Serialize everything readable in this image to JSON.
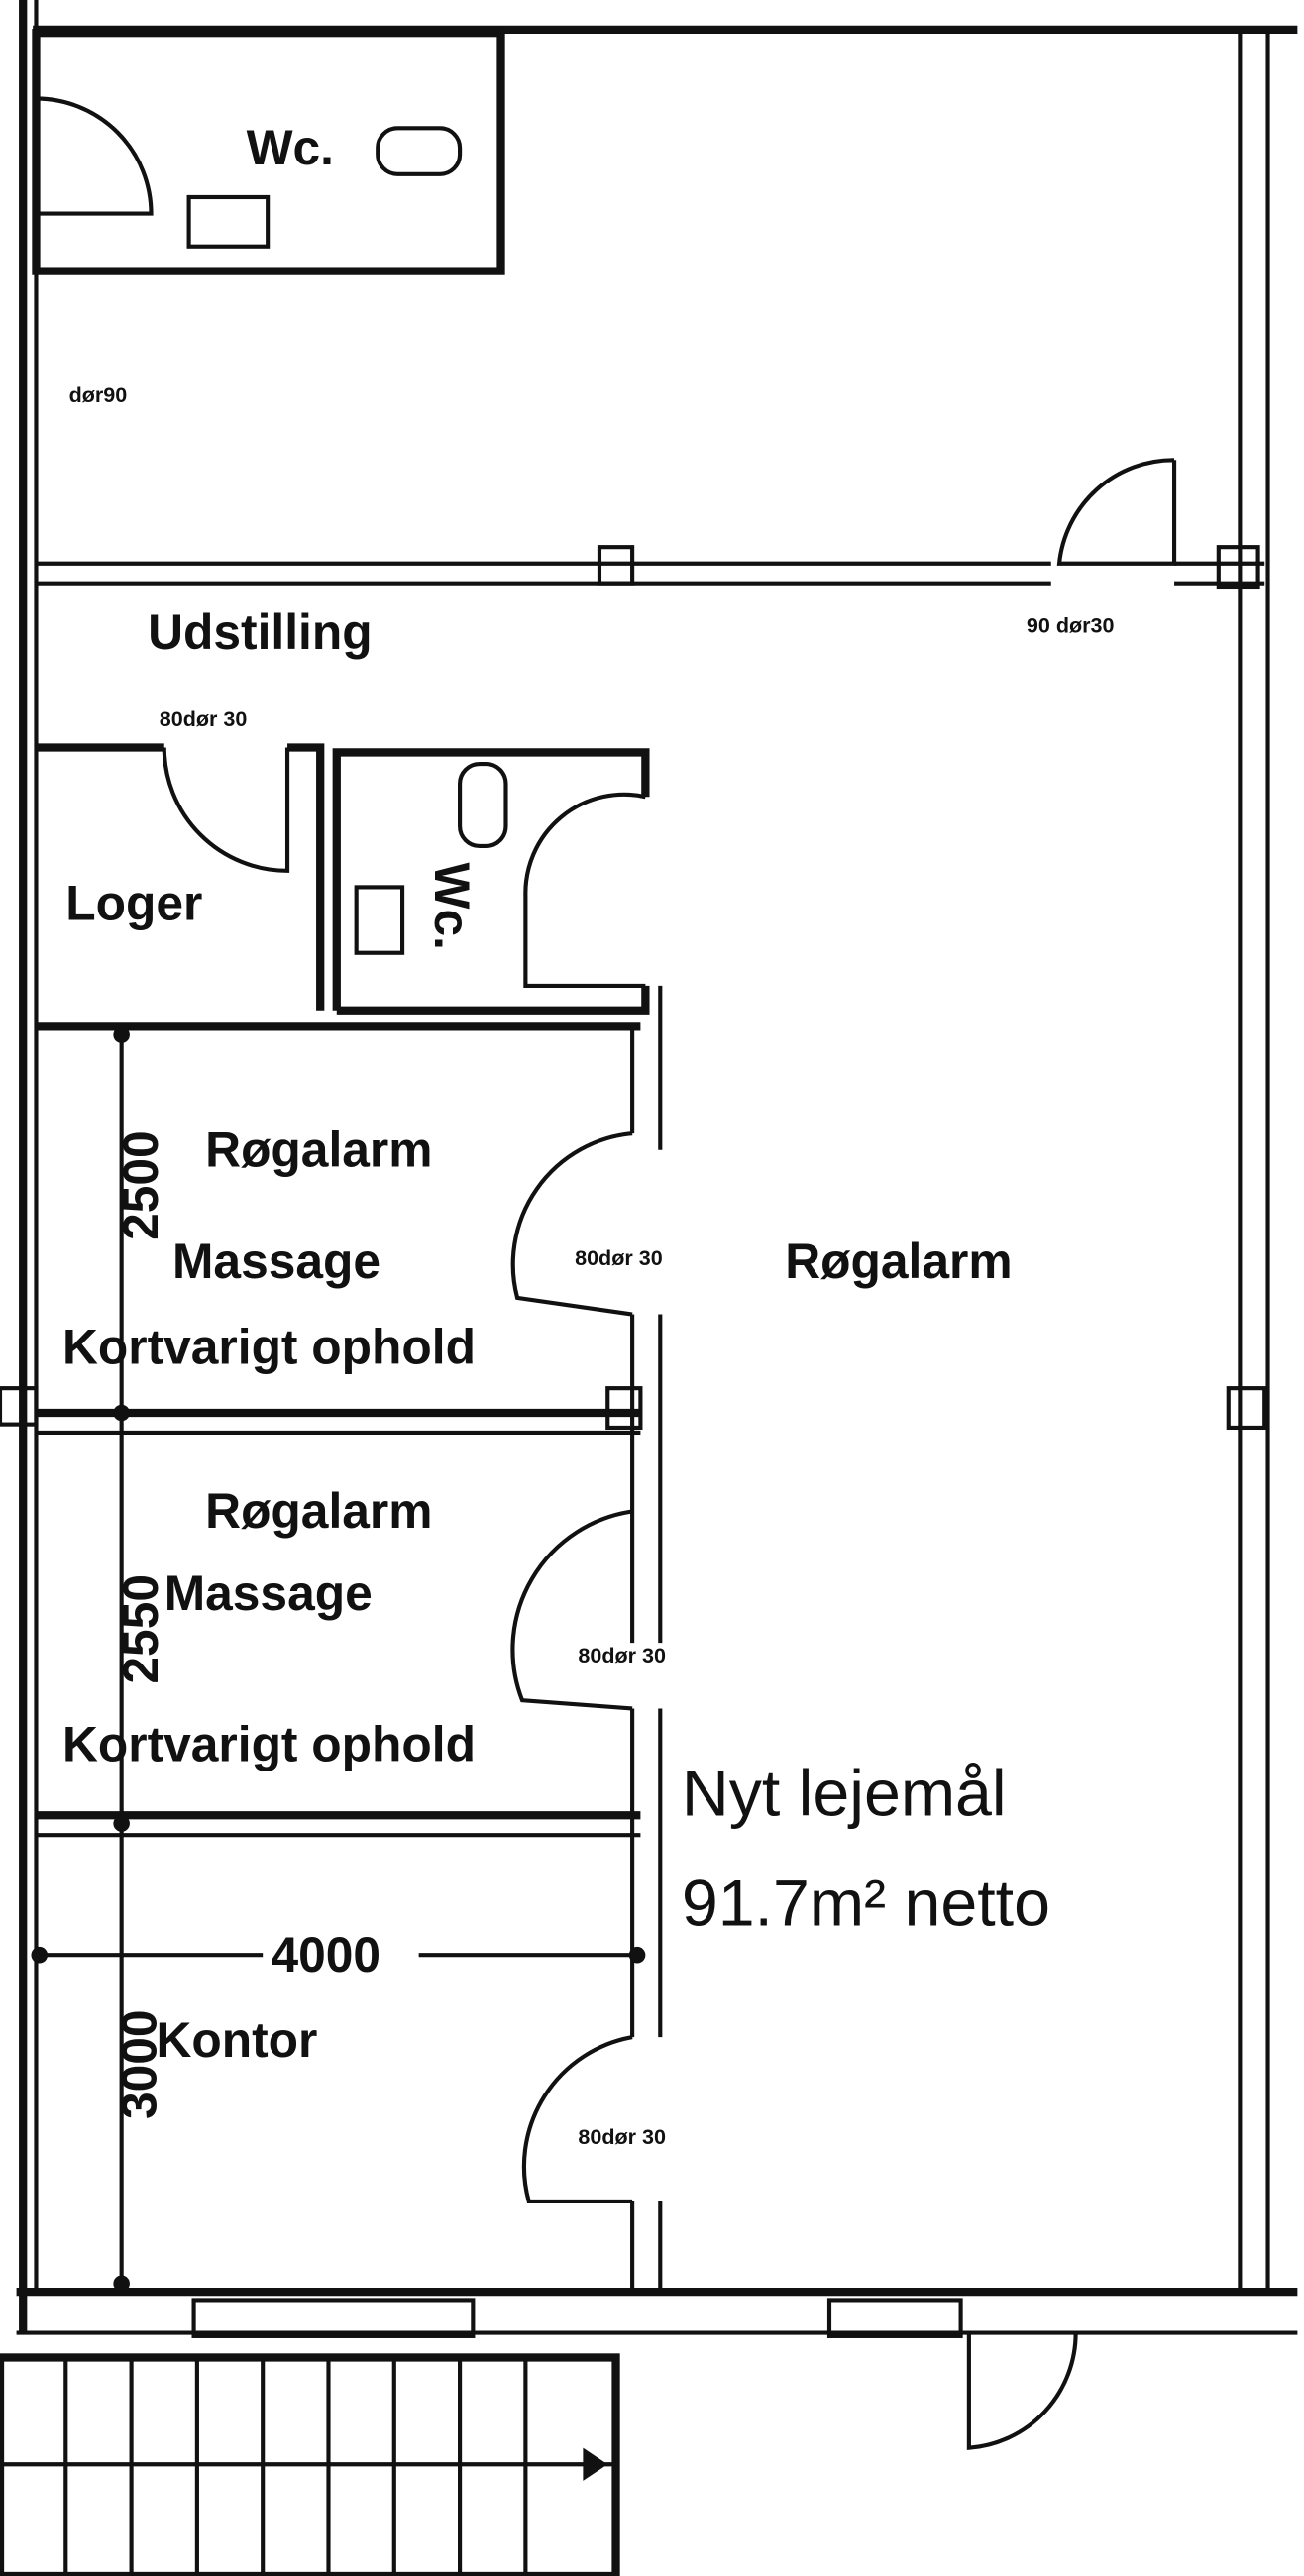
{
  "plan": {
    "rooms": {
      "wc_top": "Wc.",
      "udstilling": "Udstilling",
      "loger": "Loger",
      "wc_mid": "Wc.",
      "massage1": [
        "Røgalarm",
        "Massage",
        "Kortvarigt ophold"
      ],
      "massage2": [
        "Røgalarm",
        "Massage",
        "Kortvarigt ophold"
      ],
      "kontor": "Kontor",
      "hall_alarm": "Røgalarm"
    },
    "lease": {
      "title": "Nyt lejemål",
      "area": "91.7m² netto"
    },
    "dimensions": {
      "massage1": "2500",
      "massage2": "2550",
      "kontor_height": "3000",
      "kontor_width": "4000"
    },
    "door_labels": {
      "left_top": "dør90",
      "upper_right": "90 dør30",
      "udstilling": "80dør 30",
      "massage1": "80dør 30",
      "massage2": "80dør 30",
      "kontor": "80dør 30"
    }
  }
}
